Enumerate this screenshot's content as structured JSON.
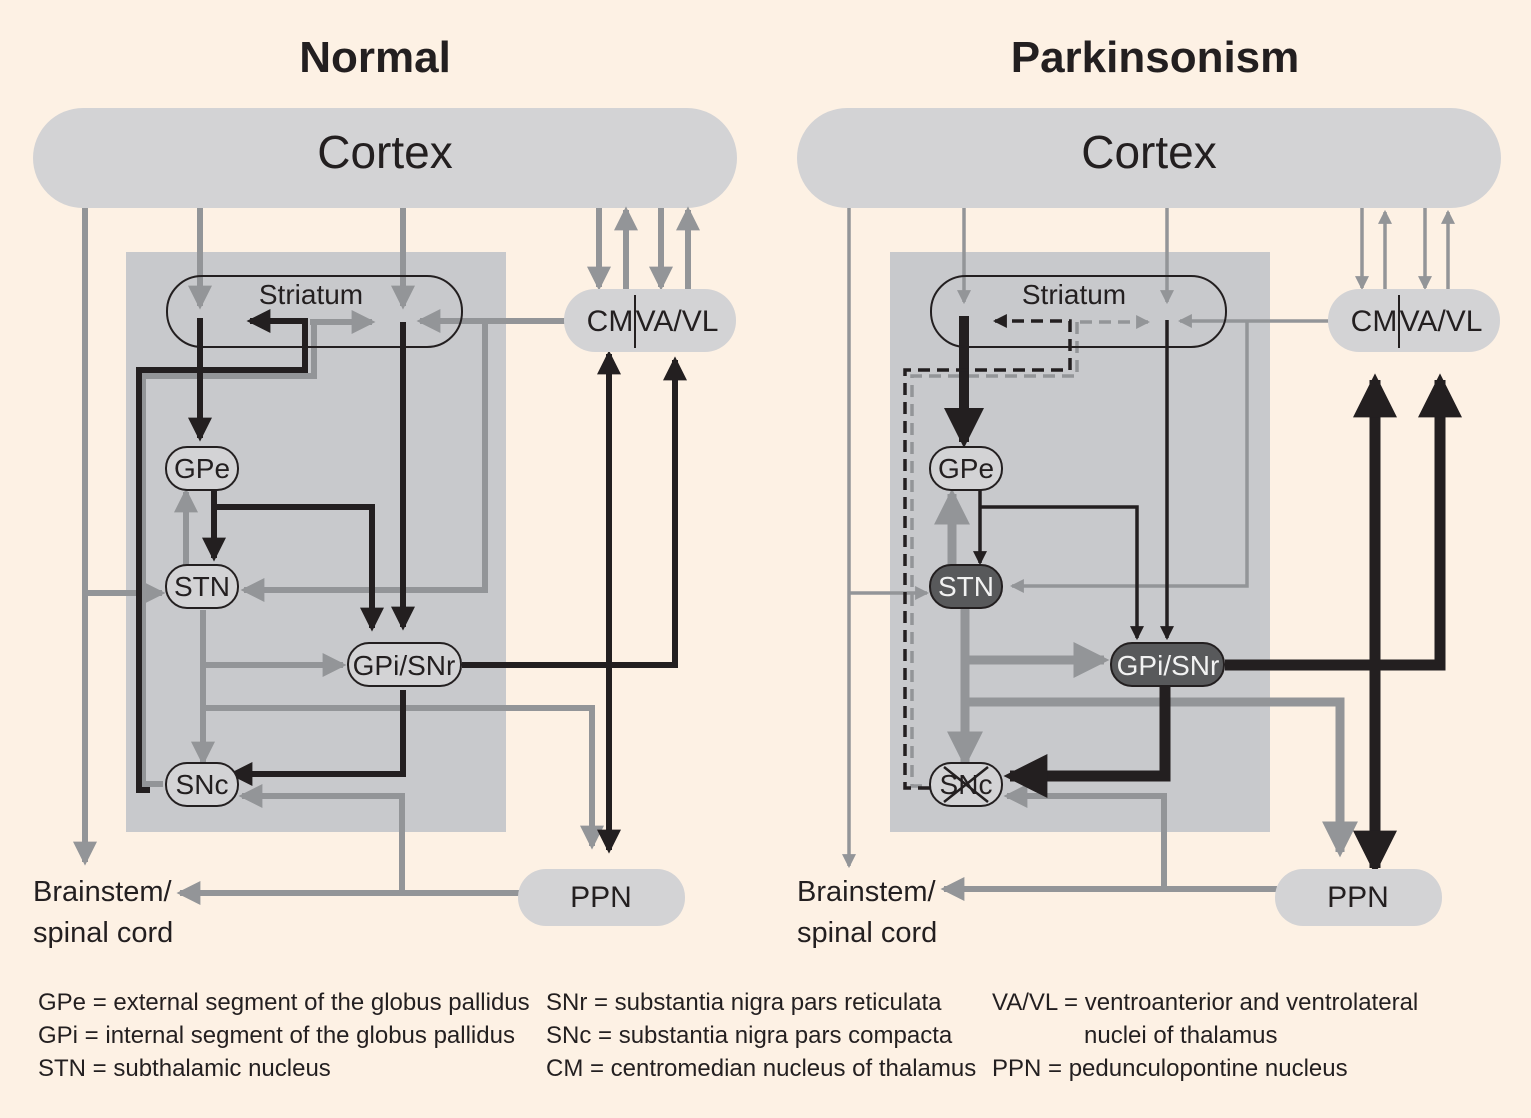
{
  "panels": [
    {
      "title": "Normal",
      "cortex": "Cortex",
      "striatum": "Striatum",
      "gpe": "GPe",
      "stn": "STN",
      "gpi_snr": "GPi/SNr",
      "snc": "SNc",
      "cm": "CM",
      "vavl": "VA/VL",
      "ppn": "PPN",
      "brainstem_line1": "Brainstem/",
      "brainstem_line2": "spinal cord"
    },
    {
      "title": "Parkinsonism",
      "cortex": "Cortex",
      "striatum": "Striatum",
      "gpe": "GPe",
      "stn": "STN",
      "gpi_snr": "GPi/SNr",
      "snc": "SNc",
      "cm": "CM",
      "vavl": "VA/VL",
      "ppn": "PPN",
      "brainstem_line1": "Brainstem/",
      "brainstem_line2": "spinal cord"
    }
  ],
  "legend": {
    "gpe": "GPe = external segment of the globus pallidus",
    "gpi": "GPi = internal segment of the globus pallidus",
    "stn": "STN = subthalamic nucleus",
    "snr": "SNr = substantia nigra pars reticulata",
    "snc": "SNc = substantia nigra pars compacta",
    "cm": "CM = centromedian nucleus of thalamus",
    "vavl_line1": "VA/VL = ventroanterior and ventrolateral",
    "vavl_line2": "nuclei of thalamus",
    "ppn": "PPN = pedunculopontine nucleus"
  },
  "colors": {
    "background": "#fdf1e4",
    "region": "#d3d3d5",
    "inner_region": "#c8c9cc",
    "excitatory": "#939598",
    "inhibitory": "#231f20",
    "dark_node": "#58595b"
  }
}
